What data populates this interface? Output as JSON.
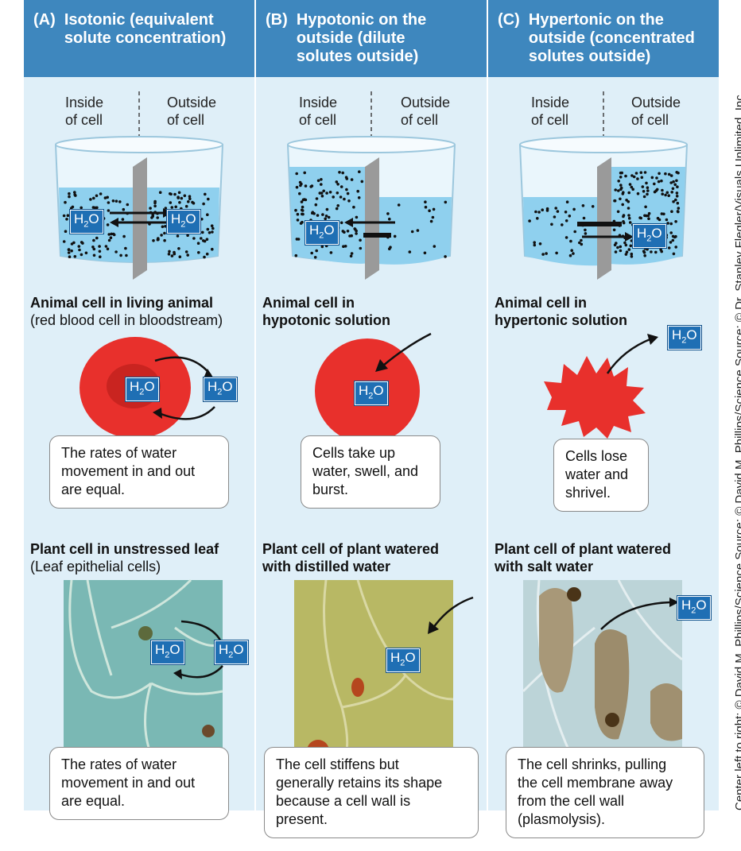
{
  "panels": [
    {
      "header": "(A)  Isotonic (equivalent\n       solute concentration)",
      "inside_label": "Inside\nof cell",
      "outside_label": "Outside\nof cell",
      "animal_title": "Animal cell in living animal",
      "animal_sub": "(red blood cell in bloodstream)",
      "animal_bubble": "The rates of water\nmovement in and out\nare equal.",
      "plant_title": "Plant cell in unstressed leaf",
      "plant_sub": "(Leaf epithelial cells)",
      "plant_bubble": "The rates of water\nmovement in and out\nare equal."
    },
    {
      "header": "(B)  Hypotonic on the\n       outside (dilute\n       solutes outside)",
      "inside_label": "Inside\nof cell",
      "outside_label": "Outside\nof cell",
      "animal_title": "Animal cell in\nhypotonic solution",
      "animal_bubble": "Cells take up\nwater, swell, and\nburst.",
      "plant_title": "Plant cell of plant watered\nwith distilled water",
      "plant_bubble": "The cell stiffens but\ngenerally retains its shape\nbecause a cell wall is\npresent."
    },
    {
      "header": "(C)  Hypertonic on the\n       outside (concentrated\n       solutes outside)",
      "inside_label": "Inside\nof cell",
      "outside_label": "Outside\nof cell",
      "animal_title": "Animal cell in\nhypertonic solution",
      "animal_bubble": "Cells lose\nwater and\nshrivel.",
      "plant_title": "Plant cell of plant watered\nwith salt water",
      "plant_bubble": "The cell shrinks, pulling\nthe cell membrane away\nfrom the cell wall\n(plasmolysis)."
    }
  ],
  "water_label": "H",
  "water_sub": "2",
  "water_tail": "O",
  "credit": "Center left to right: © David M. Phillips/Science Source; © David M. Phillips/Science Source; © Dr. Stanley Flegler/Visuals Unlimited, Inc",
  "colors": {
    "header": "#3e87be",
    "panel": "#dfeff8",
    "water": "#8fd0ee",
    "h2o_box": "#1f6fb4",
    "cell_red": "#e8302c"
  }
}
